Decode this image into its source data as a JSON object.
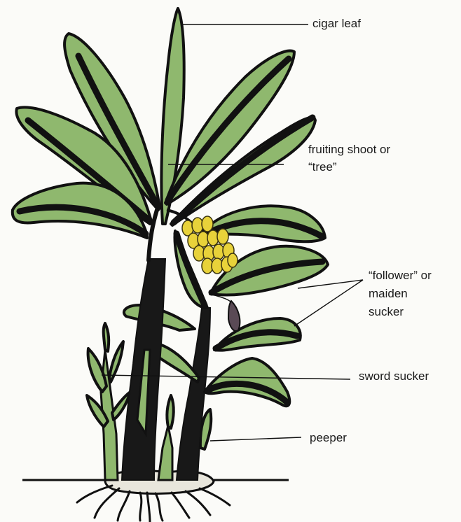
{
  "labels": {
    "cigar_leaf": "cigar leaf",
    "fruiting_shoot_line1": "fruiting shoot or",
    "fruiting_shoot_line2": "“tree”",
    "follower_line1": "“follower” or",
    "follower_line2": "maiden",
    "follower_line3": "sucker",
    "sword_sucker": "sword sucker",
    "peeper": "peeper"
  },
  "colors": {
    "leaf": "#8fb86e",
    "outline": "#111111",
    "banana": "#e8d23a",
    "bulb": "#e8e6dc",
    "background": "#fbfbf8"
  }
}
